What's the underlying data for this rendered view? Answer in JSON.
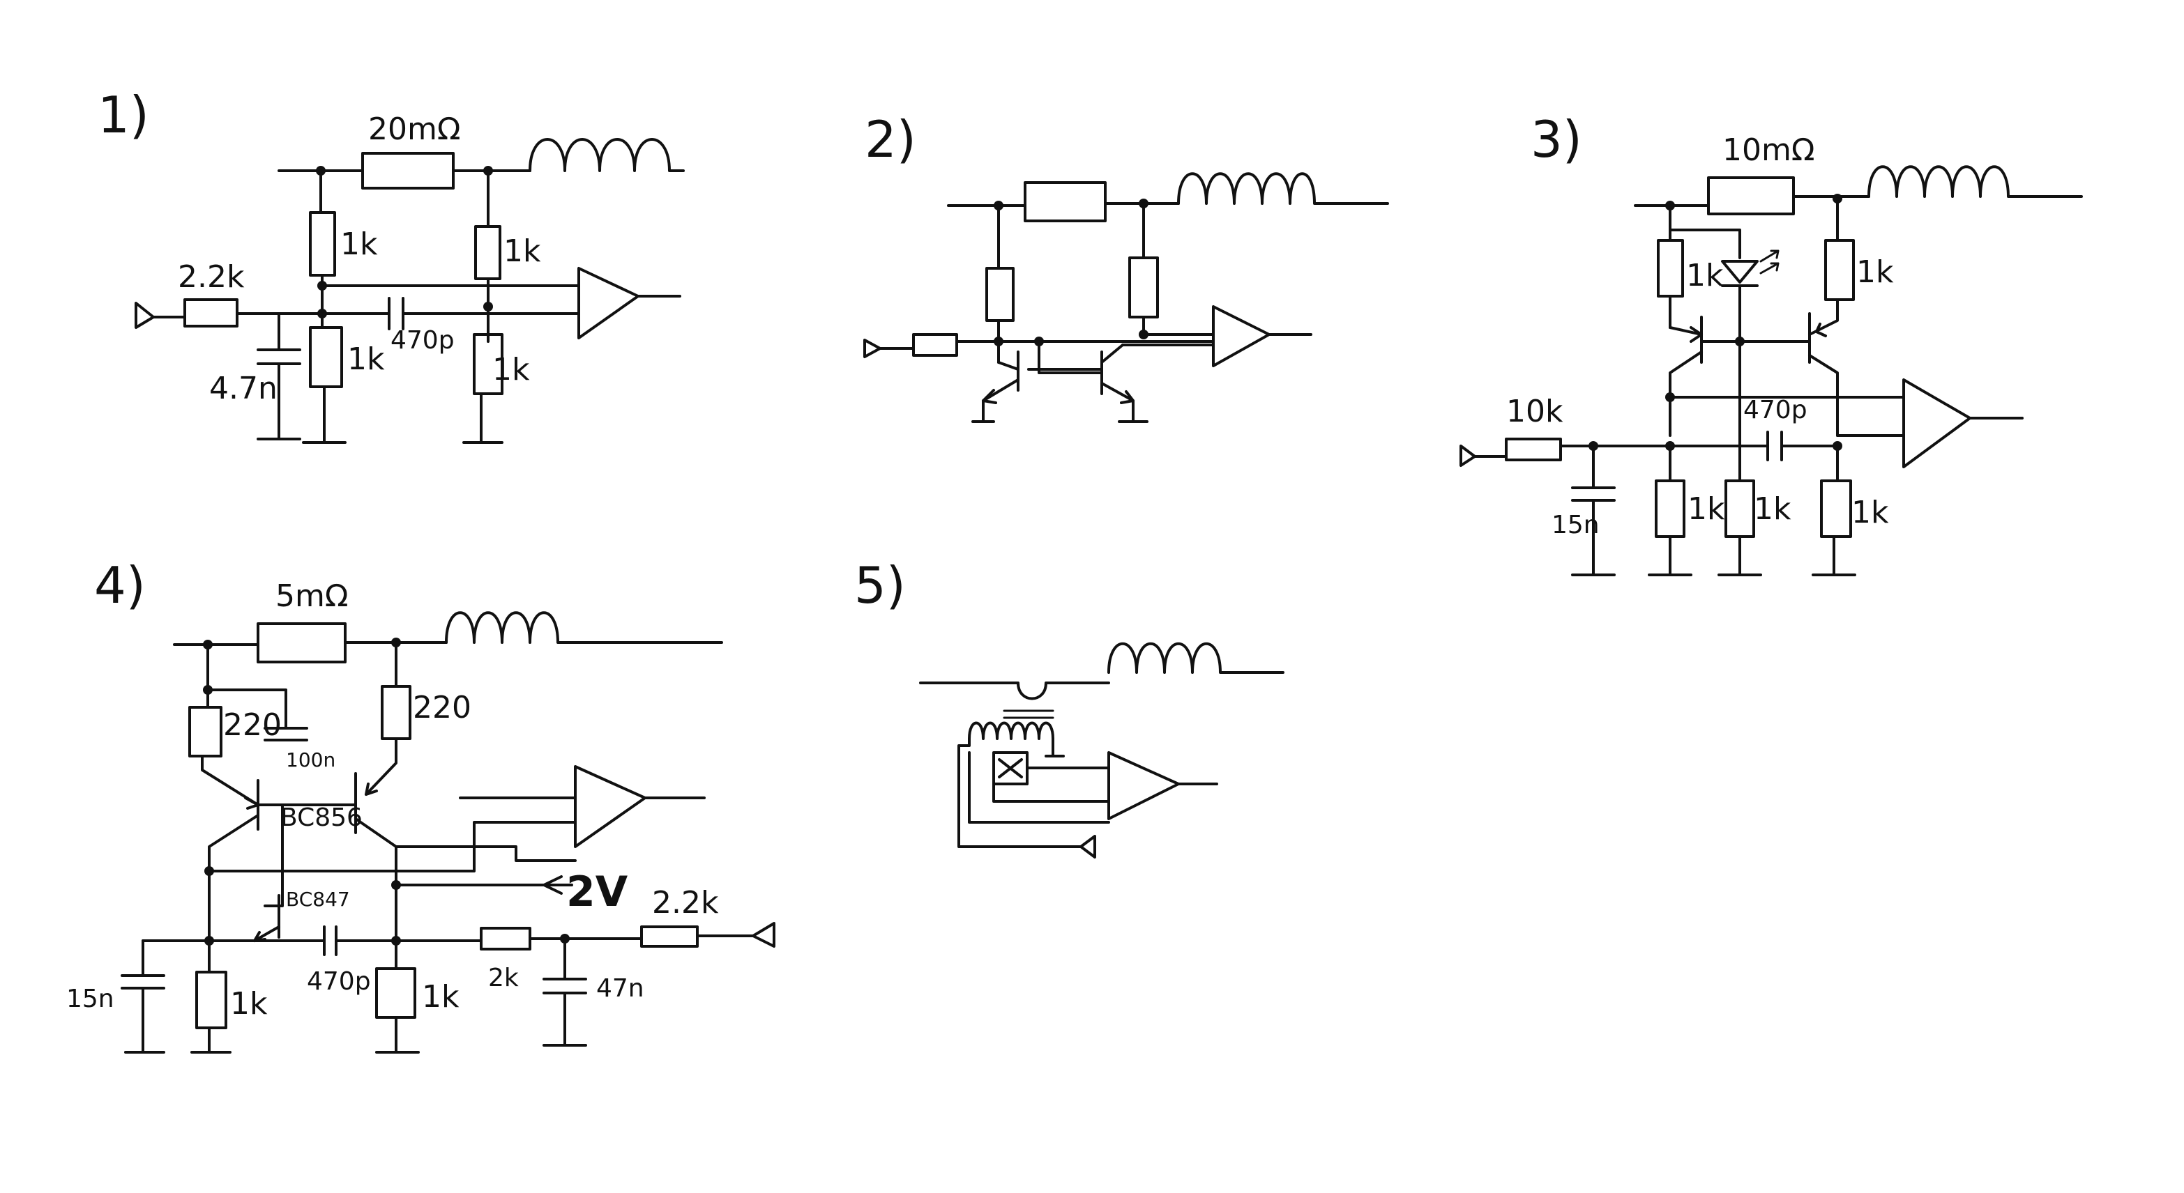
{
  "circuits": [
    {
      "number": "1)",
      "labels": {
        "shunt": "20mΩ",
        "input_r": "2.2k",
        "cap": "4.7n",
        "r_top_left": "1k",
        "r_top_right": "1k",
        "r_bot_left": "1k",
        "r_bot_right": "1k",
        "coupling_cap": "470p"
      }
    },
    {
      "number": "2)"
    },
    {
      "number": "3)",
      "labels": {
        "shunt": "10mΩ",
        "input_r": "10k",
        "cap": "15n",
        "r_top_left": "1k",
        "r_top_right": "1k",
        "r_bot_1": "1k",
        "r_bot_2": "1k",
        "r_bot_3": "1k",
        "coupling_cap": "470p"
      }
    },
    {
      "number": "4)",
      "labels": {
        "shunt": "5mΩ",
        "r_left": "220",
        "r_right": "220",
        "decoupling_cap": "100n",
        "pnp_pair": "BC856",
        "npn": "BC847",
        "ref_voltage": "2V",
        "input_r": "2.2k",
        "cap_left": "15n",
        "r_bot_left": "1k",
        "coupling_cap": "470p",
        "r_bot_right": "1k",
        "r_series": "2k",
        "cap_right": "47n"
      }
    },
    {
      "number": "5)"
    }
  ]
}
